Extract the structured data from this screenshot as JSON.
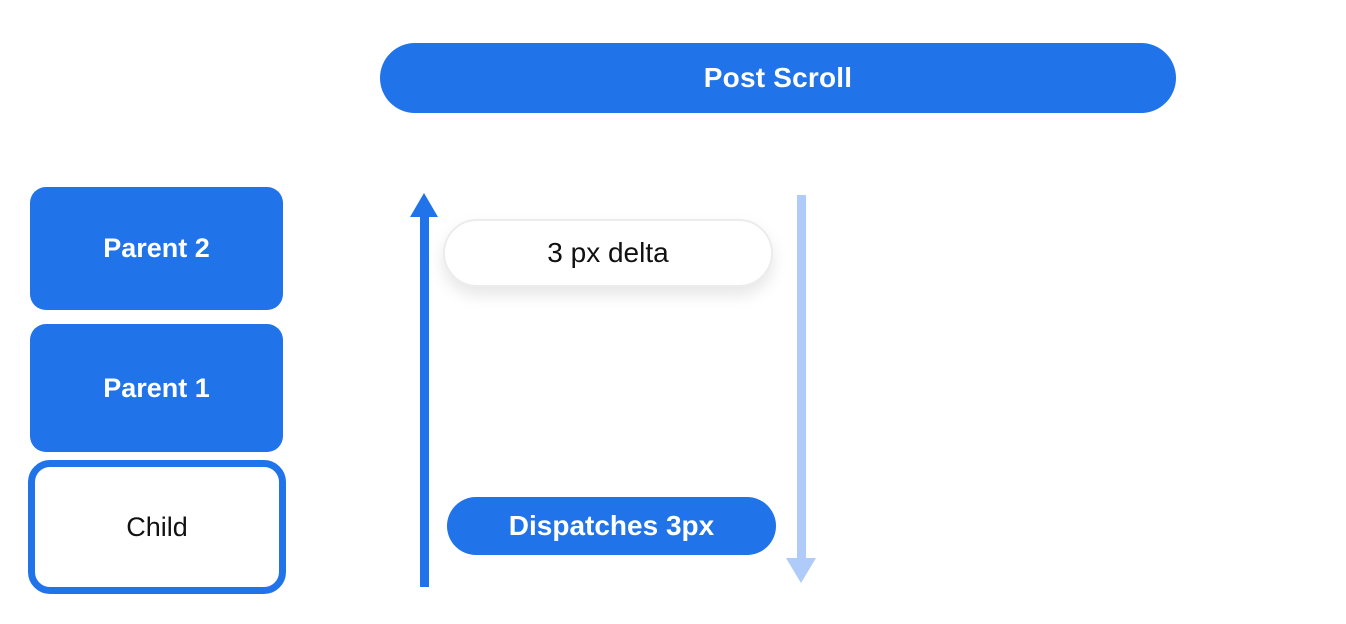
{
  "colors": {
    "primary_blue": "#2073e8",
    "light_blue": "#aecbfa",
    "pill_border": "#ececec",
    "text_dark": "#111111",
    "background": "#ffffff"
  },
  "banner": {
    "label": "Post Scroll"
  },
  "hierarchy": {
    "items": [
      {
        "label": "Parent 2",
        "variant": "filled"
      },
      {
        "label": "Parent 1",
        "variant": "filled"
      },
      {
        "label": "Child",
        "variant": "outlined"
      }
    ]
  },
  "scroll_flow": {
    "delta_label": "3 px delta",
    "dispatch_label": "Dispatches 3px",
    "icons": {
      "up_arrow": "arrow-up-icon",
      "down_arrow": "arrow-down-icon"
    }
  }
}
